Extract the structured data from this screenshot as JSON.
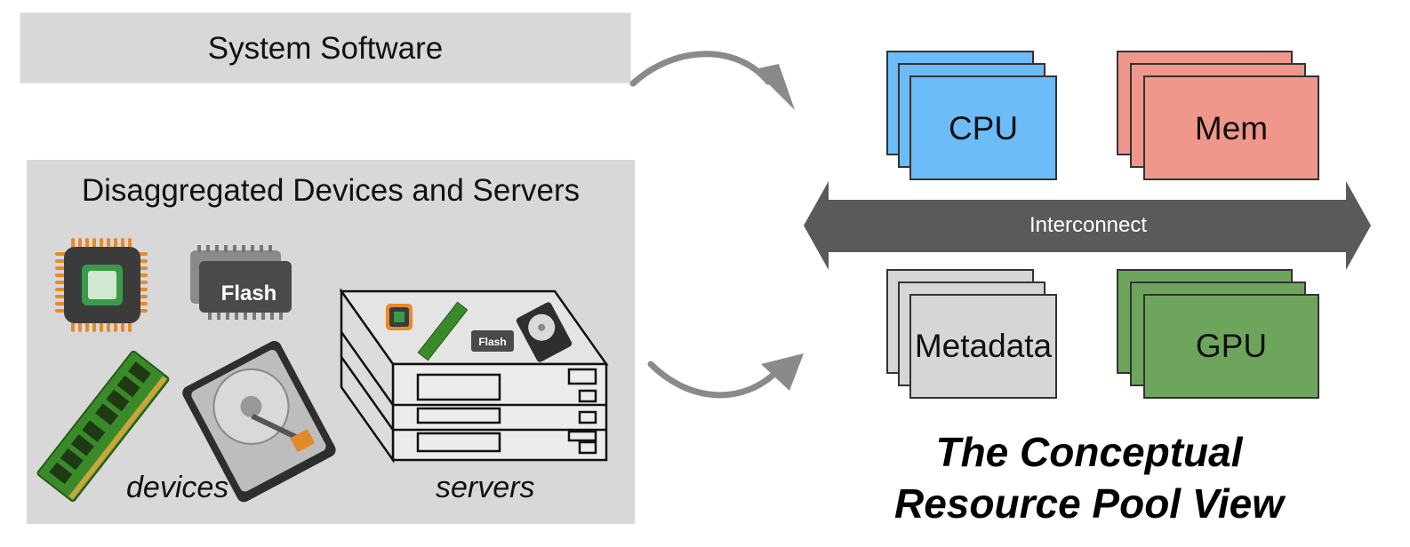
{
  "system_software": {
    "label": "System Software"
  },
  "devices_panel": {
    "title": "Disaggregated Devices and Servers",
    "devices_caption": "devices",
    "servers_caption": "servers",
    "flash_label": "Flash"
  },
  "pool": {
    "resources": [
      {
        "label": "CPU",
        "color": "#6bbcf7"
      },
      {
        "label": "Mem",
        "color": "#f0978c"
      },
      {
        "label": "Metadata",
        "color": "#d6d6d6"
      },
      {
        "label": "GPU",
        "color": "#6ea55d"
      }
    ],
    "interconnect_label": "Interconnect",
    "title_line1": "The Conceptual",
    "title_line2": "Resource Pool View"
  },
  "colors": {
    "panel_gray": "#d8d8d8",
    "arrow_dark": "#555555",
    "chip_orange": "#e8892a",
    "chip_green": "#3a9a4a",
    "ram_green": "#3a8a2a"
  },
  "icons": [
    "cpu-chip-icon",
    "flash-chip-icon",
    "ram-stick-icon",
    "hard-drive-icon",
    "server-rack-icon",
    "curved-arrow-icon"
  ]
}
